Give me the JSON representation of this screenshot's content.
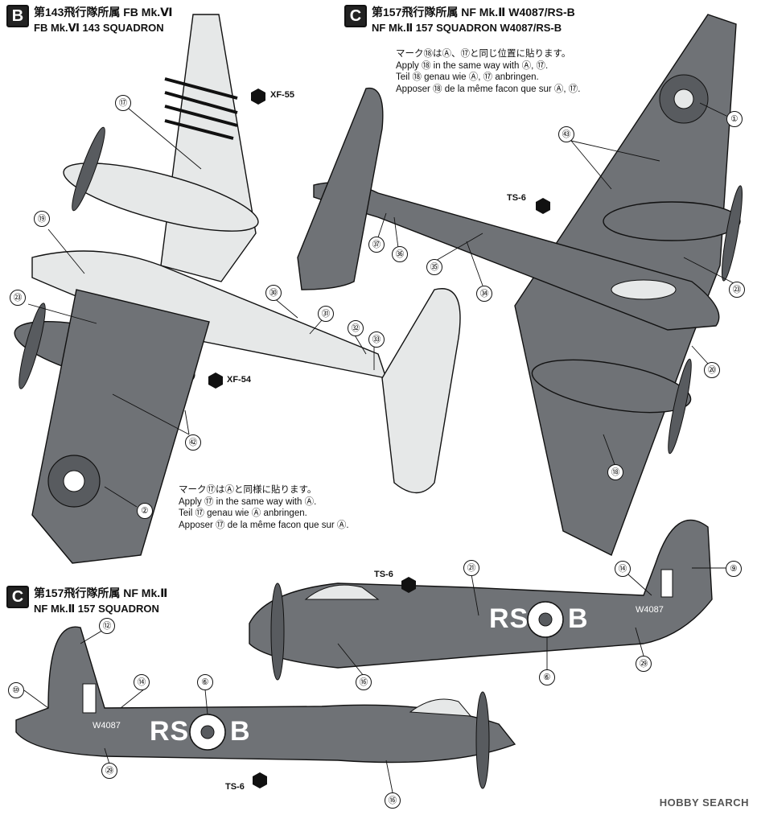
{
  "panels": {
    "top_left": {
      "badge": "B",
      "title_jp": "第143飛行隊所属 FB Mk.Ⅵ",
      "title_en": "FB Mk.Ⅵ 143 SQUADRON",
      "note": [
        "マーク⑰はⒶと同様に貼ります。",
        "Apply ⑰ in the same way with Ⓐ.",
        "Teil ⑰ genau wie Ⓐ anbringen.",
        "Apposer ⑰ de la même facon que sur Ⓐ."
      ],
      "paints": [
        "XF-55",
        "XF-54"
      ],
      "callouts": [
        "⑰",
        "⑲",
        "㉓",
        "㉚",
        "㉛",
        "㉜",
        "㉝",
        "㊷",
        "②"
      ]
    },
    "top_right": {
      "badge": "C",
      "title_jp": "第157飛行隊所属 NF Mk.Ⅱ W4087/RS-B",
      "title_en": "NF Mk.Ⅱ 157 SQUADRON W4087/RS-B",
      "note": [
        "マーク⑱はⒶ、⑰と同じ位置に貼ります。",
        "Apply ⑱ in the same way with Ⓐ, ⑰.",
        "Teil ⑱ genau wie Ⓐ, ⑰ anbringen.",
        "Apposer ⑱ de la même facon que sur Ⓐ, ⑰."
      ],
      "paints": [
        "TS-6"
      ],
      "callouts": [
        "①",
        "㊸",
        "㊲",
        "㊱",
        "㉟",
        "㉞",
        "㉓",
        "⑳",
        "⑱"
      ]
    },
    "bottom": {
      "badge": "C",
      "title_jp": "第157飛行隊所属 NF Mk.Ⅱ",
      "title_en": "NF Mk.Ⅱ 157 SQUADRON",
      "paints": [
        "TS-6",
        "TS-6"
      ],
      "callouts": [
        "㉑",
        "⑭",
        "⑨",
        "⑥",
        "⑯",
        "㉙",
        "⑫",
        "⑩",
        "⑭",
        "⑥",
        "㉙",
        "⑯"
      ],
      "code_letters": "RS",
      "code_letter_b": "B",
      "serial": "W4087"
    }
  },
  "watermark": "HOBBY SEARCH",
  "colors": {
    "ink": "#111111",
    "aircraft": "#6f7276",
    "aircraft_dark": "#585b5f",
    "light": "#e6e8e8"
  }
}
